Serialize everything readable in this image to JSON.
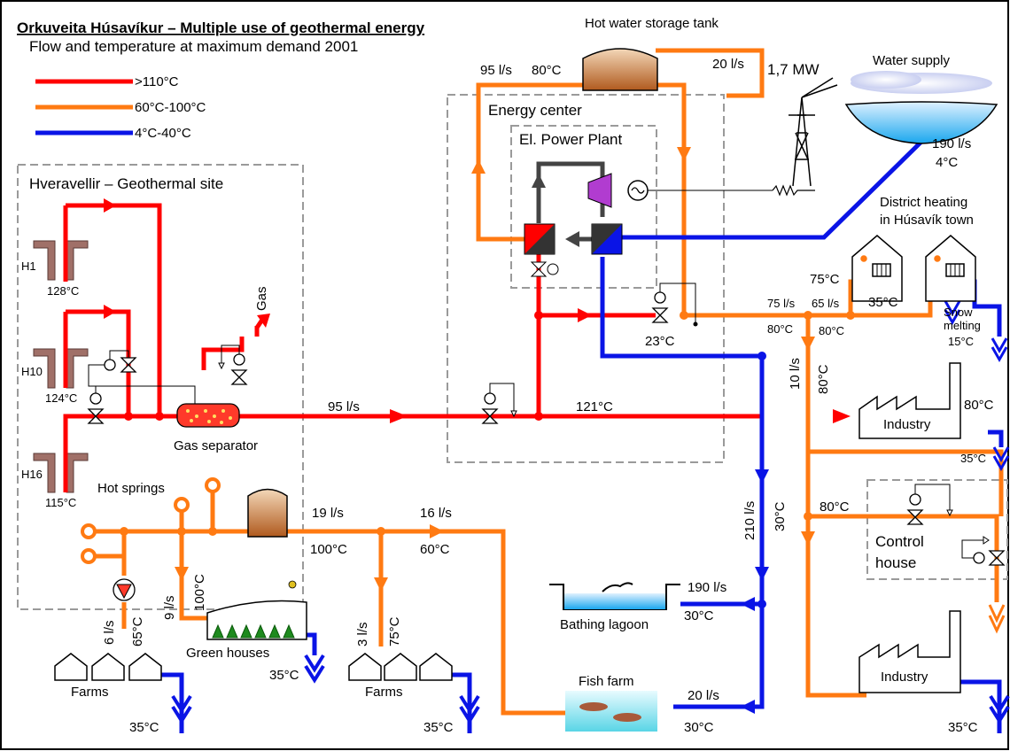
{
  "title": "Orkuveita Húsavíkur – Multiple use of geothermal energy",
  "subtitle": "Flow and temperature at maximum demand 2001",
  "legend": [
    {
      "label": ">110°C",
      "color": "#ff0000"
    },
    {
      "label": "60°C-100°C",
      "color": "#ff7a12"
    },
    {
      "label": "4°C-40°C",
      "color": "#0a14e6"
    }
  ],
  "regions": {
    "geothermal_site": "Hveravellir – Geothermal site",
    "energy_center": "Energy center",
    "power_plant": "El. Power Plant",
    "control_house_1": "Control",
    "control_house_2": "house",
    "district_heating_1": "District heating",
    "district_heating_2": "in Húsavík town"
  },
  "components": {
    "storage_tank": "Hot water storage tank",
    "water_supply": "Water supply",
    "power_output": "1,7 MW",
    "gas_separator": "Gas separator",
    "gas": "Gas",
    "hot_springs": "Hot springs",
    "green_houses": "Green houses",
    "farms_left": "Farms",
    "farms_middle": "Farms",
    "bathing_lagoon": "Bathing lagoon",
    "fish_farm": "Fish farm",
    "industry_top": "Industry",
    "industry_bottom": "Industry",
    "snow_melting_1": "Snow",
    "snow_melting_2": "melting"
  },
  "wells": [
    {
      "name": "H1",
      "temp": "128°C"
    },
    {
      "name": "H10",
      "temp": "124°C"
    },
    {
      "name": "H16",
      "temp": "115°C"
    }
  ],
  "annotations": {
    "flow_95_main": "95 l/s",
    "temp_121": "121°C",
    "flow_95_tank": "95 l/s",
    "temp_80_tank": "80°C",
    "flow_20_tank": "20 l/s",
    "flow_190_supply": "190 l/s",
    "temp_4": "4°C",
    "temp_75_dh": "75°C",
    "temp_35_dh": "35°C",
    "flow_75": "75 l/s",
    "flow_65": "65 l/s",
    "temp_80_a": "80°C",
    "temp_80_b": "80°C",
    "temp_15": "15°C",
    "temp_23": "23°C",
    "flow_10": "10 l/s",
    "temp_80_vert": "80°C",
    "temp_80_industry": "80°C",
    "temp_35_industry": "35°C",
    "flow_210": "210 l/s",
    "temp_30_vert": "30°C",
    "temp_80_control": "80°C",
    "flow_19": "19 l/s",
    "temp_100": "100°C",
    "flow_16": "16 l/s",
    "temp_60": "60°C",
    "flow_9": "9 l/s",
    "temp_100_vert": "100°C",
    "flow_6": "6 l/s",
    "temp_65": "65°C",
    "flow_3": "3 l/s",
    "temp_75_farms": "75°C",
    "temp_35_green": "35°C",
    "temp_35_farms_left": "35°C",
    "temp_35_farms_mid": "35°C",
    "flow_190_lagoon": "190 l/s",
    "temp_30_lagoon": "30°C",
    "flow_20_fish": "20 l/s",
    "temp_30_fish": "30°C",
    "temp_35_industry_bottom": "35°C"
  },
  "colors": {
    "high_temp": "#ff0000",
    "mid_temp": "#ff7a12",
    "low_temp": "#0a14e6"
  }
}
